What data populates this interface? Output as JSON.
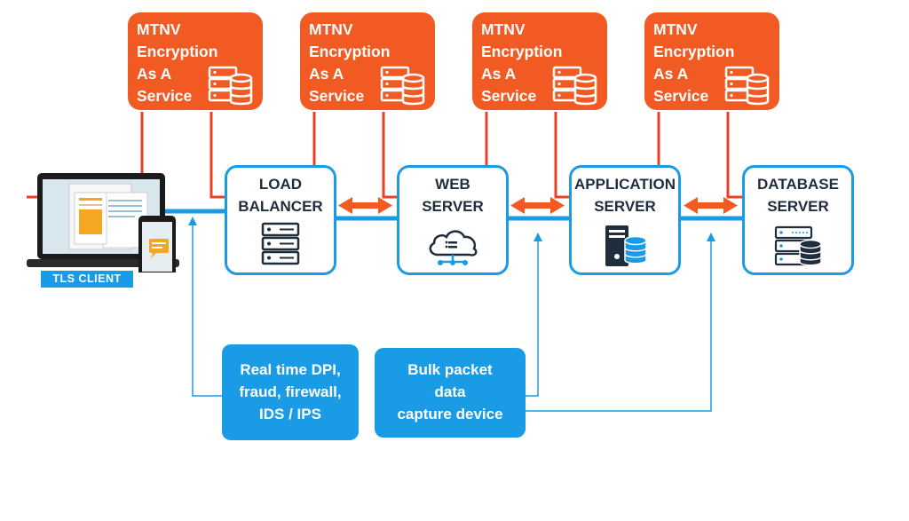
{
  "encryption_label": [
    "MTNV",
    "Encryption",
    "As A",
    "Service"
  ],
  "nodes": {
    "load_balancer": [
      "LOAD",
      "BALANCER"
    ],
    "web_server": [
      "WEB",
      "SERVER"
    ],
    "application_server": [
      "APPLICATION",
      "SERVER"
    ],
    "database_server": [
      "DATABASE",
      "SERVER"
    ]
  },
  "client_label": "TLS CLIENT",
  "dpi_box": [
    "Real time DPI,",
    "fraud, firewall,",
    "IDS / IPS"
  ],
  "capture_box": [
    "Bulk packet",
    "data",
    "capture device"
  ],
  "colors": {
    "orange": "#f15a22",
    "blue": "#1a9be6",
    "wire_red": "#e8432a",
    "dark": "#1f2d3d"
  }
}
